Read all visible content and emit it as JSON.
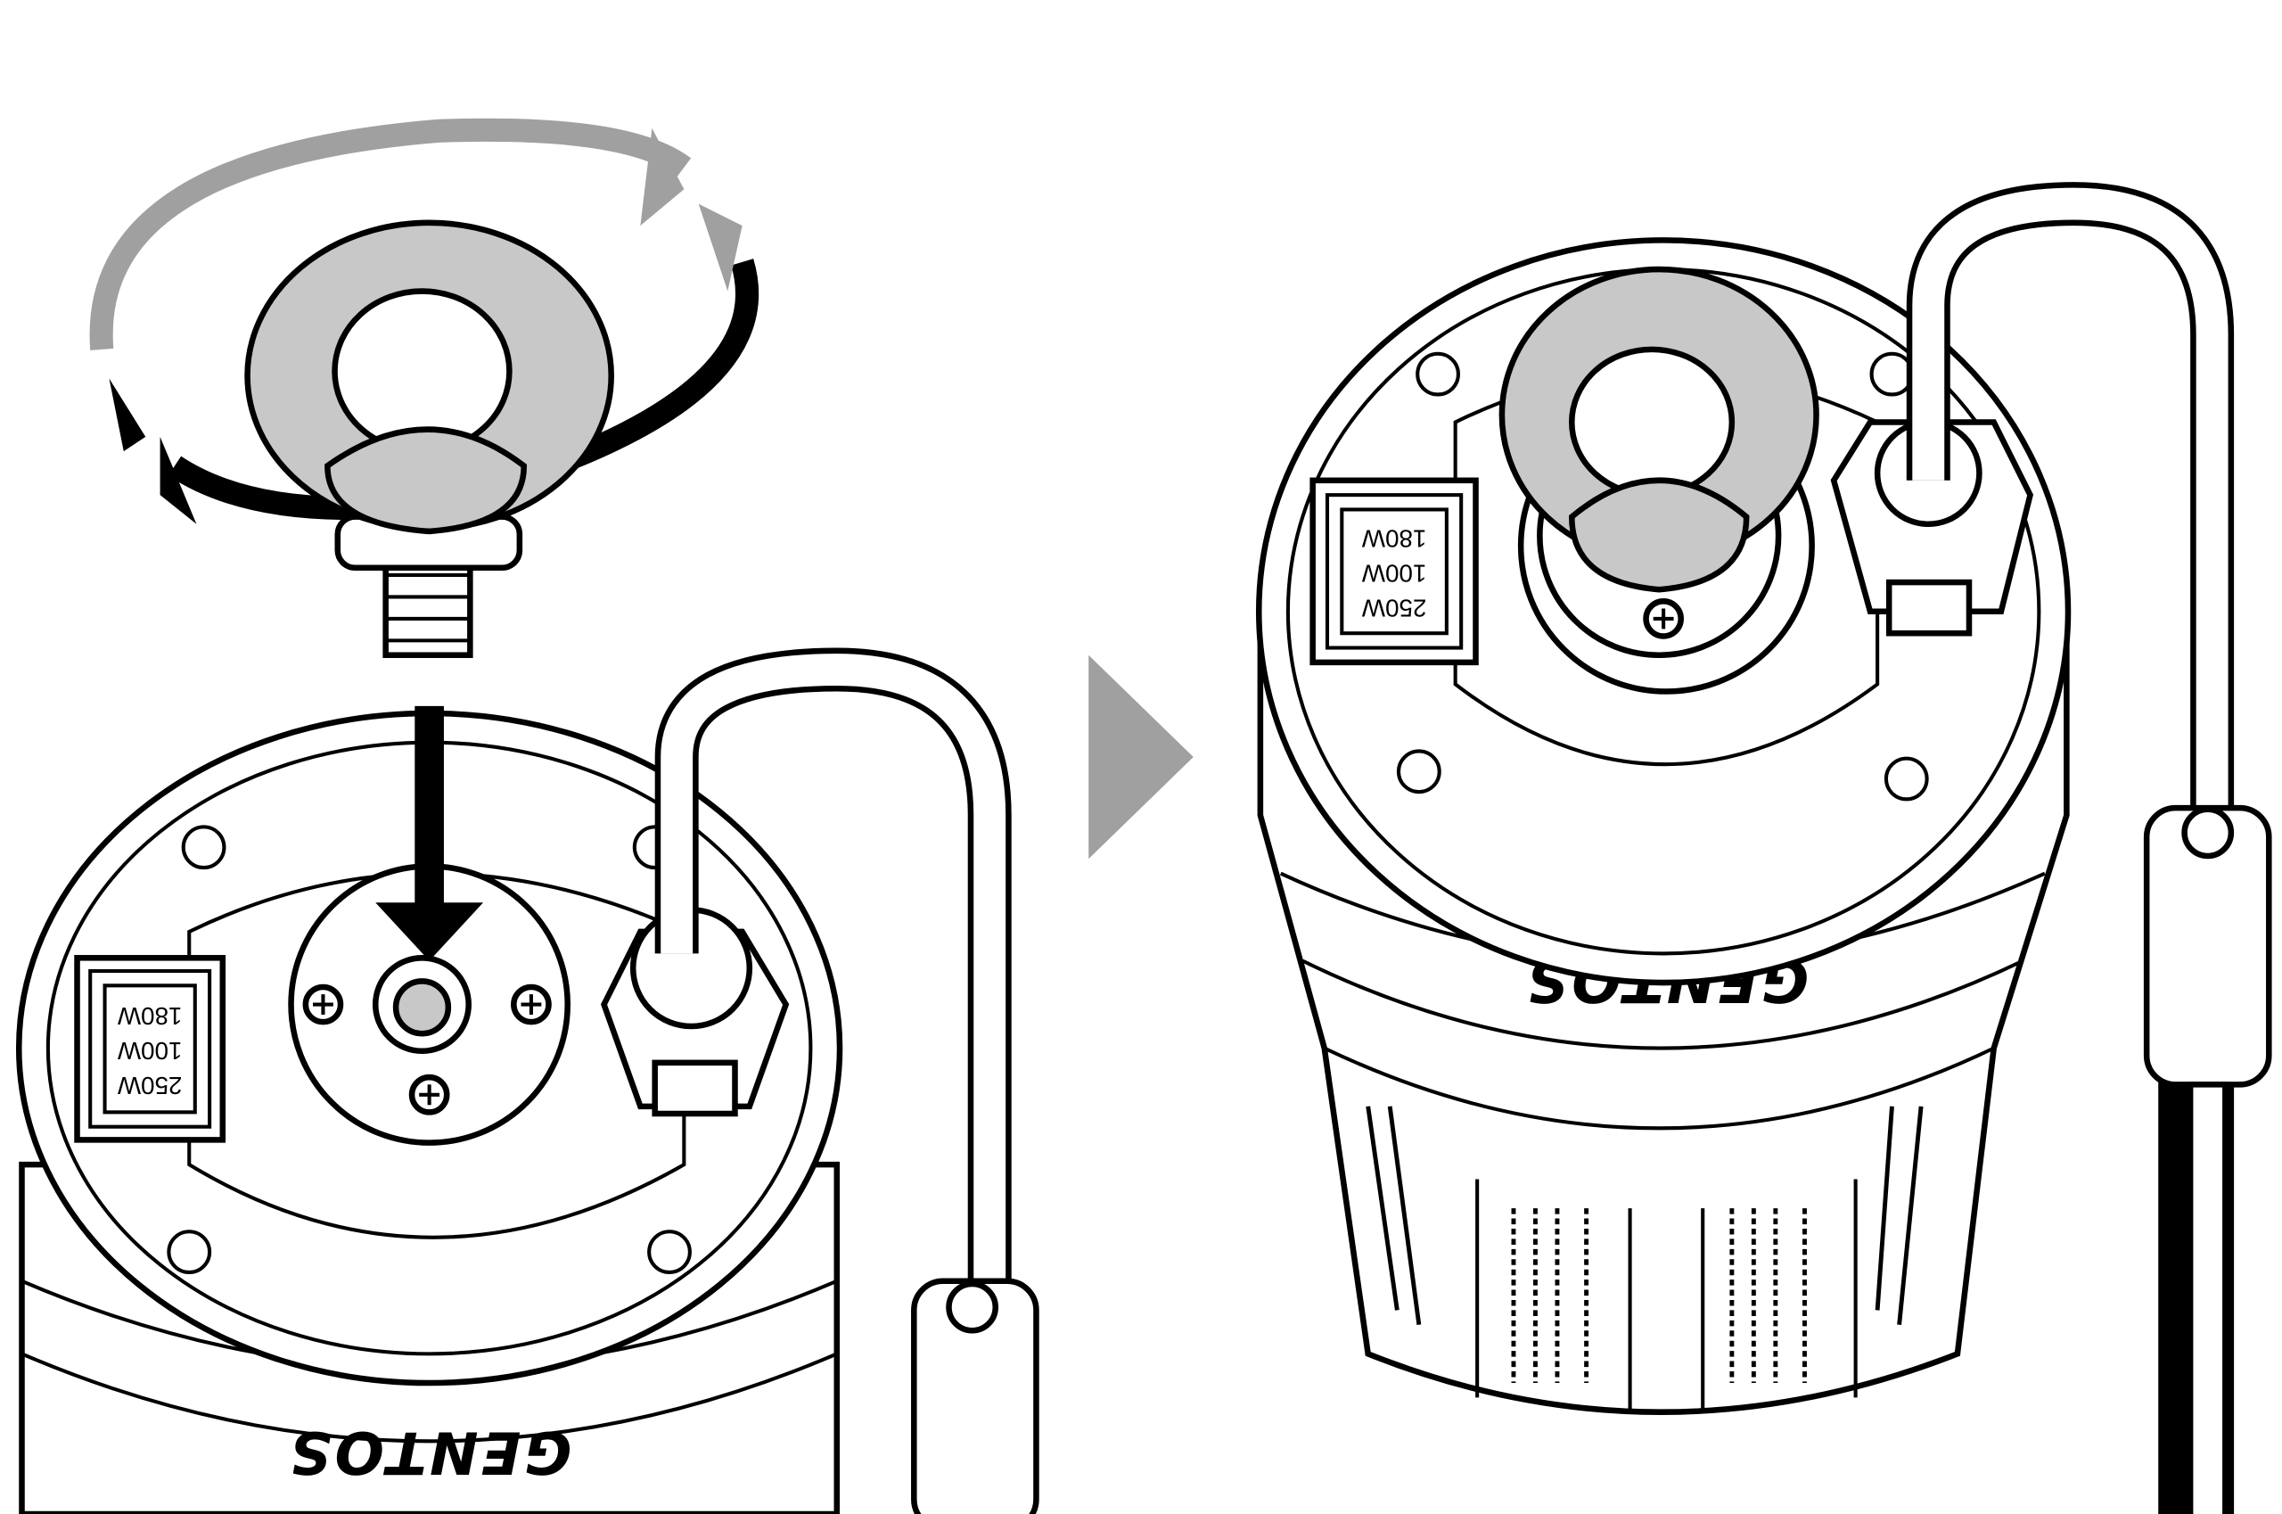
{
  "figure": {
    "wattage_labels": [
      "250W",
      "100W",
      "180W"
    ],
    "brand_logo": "GENTOS",
    "colors": {
      "line": "#000000",
      "fill_gray": "#c8c8c8",
      "arrow_gray": "#a0a0a0"
    },
    "icons": [
      "rotate-arrows-icon",
      "down-arrow-icon",
      "next-step-arrow-icon"
    ]
  }
}
